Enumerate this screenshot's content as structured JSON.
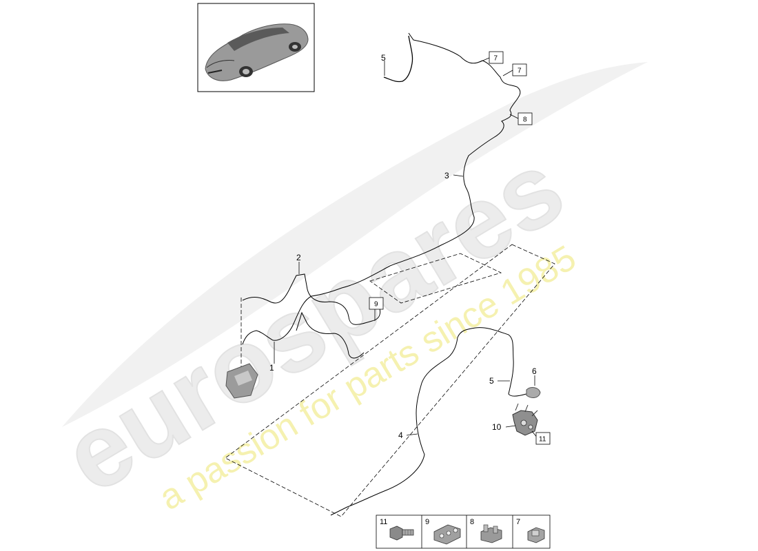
{
  "watermark": {
    "brand": "eurospares",
    "tagline": "a passion for parts since 1985",
    "brand_color": "#e9e9e9",
    "tagline_color": "#f4f0a6"
  },
  "thumbnail": {
    "icon": "car-sedan-icon"
  },
  "callouts": {
    "c1": "1",
    "c2": "2",
    "c3": "3",
    "c4": "4",
    "c5a": "5",
    "c5b": "5",
    "c6": "6",
    "c10": "10"
  },
  "boxed_callouts": {
    "b7a": "7",
    "b7b": "7",
    "b8": "8",
    "b9": "9",
    "b11": "11"
  },
  "legend": {
    "items": [
      {
        "num": "11",
        "icon": "bolt-icon"
      },
      {
        "num": "9",
        "icon": "multi-clip-icon"
      },
      {
        "num": "8",
        "icon": "double-clip-icon"
      },
      {
        "num": "7",
        "icon": "single-clip-icon"
      }
    ]
  }
}
